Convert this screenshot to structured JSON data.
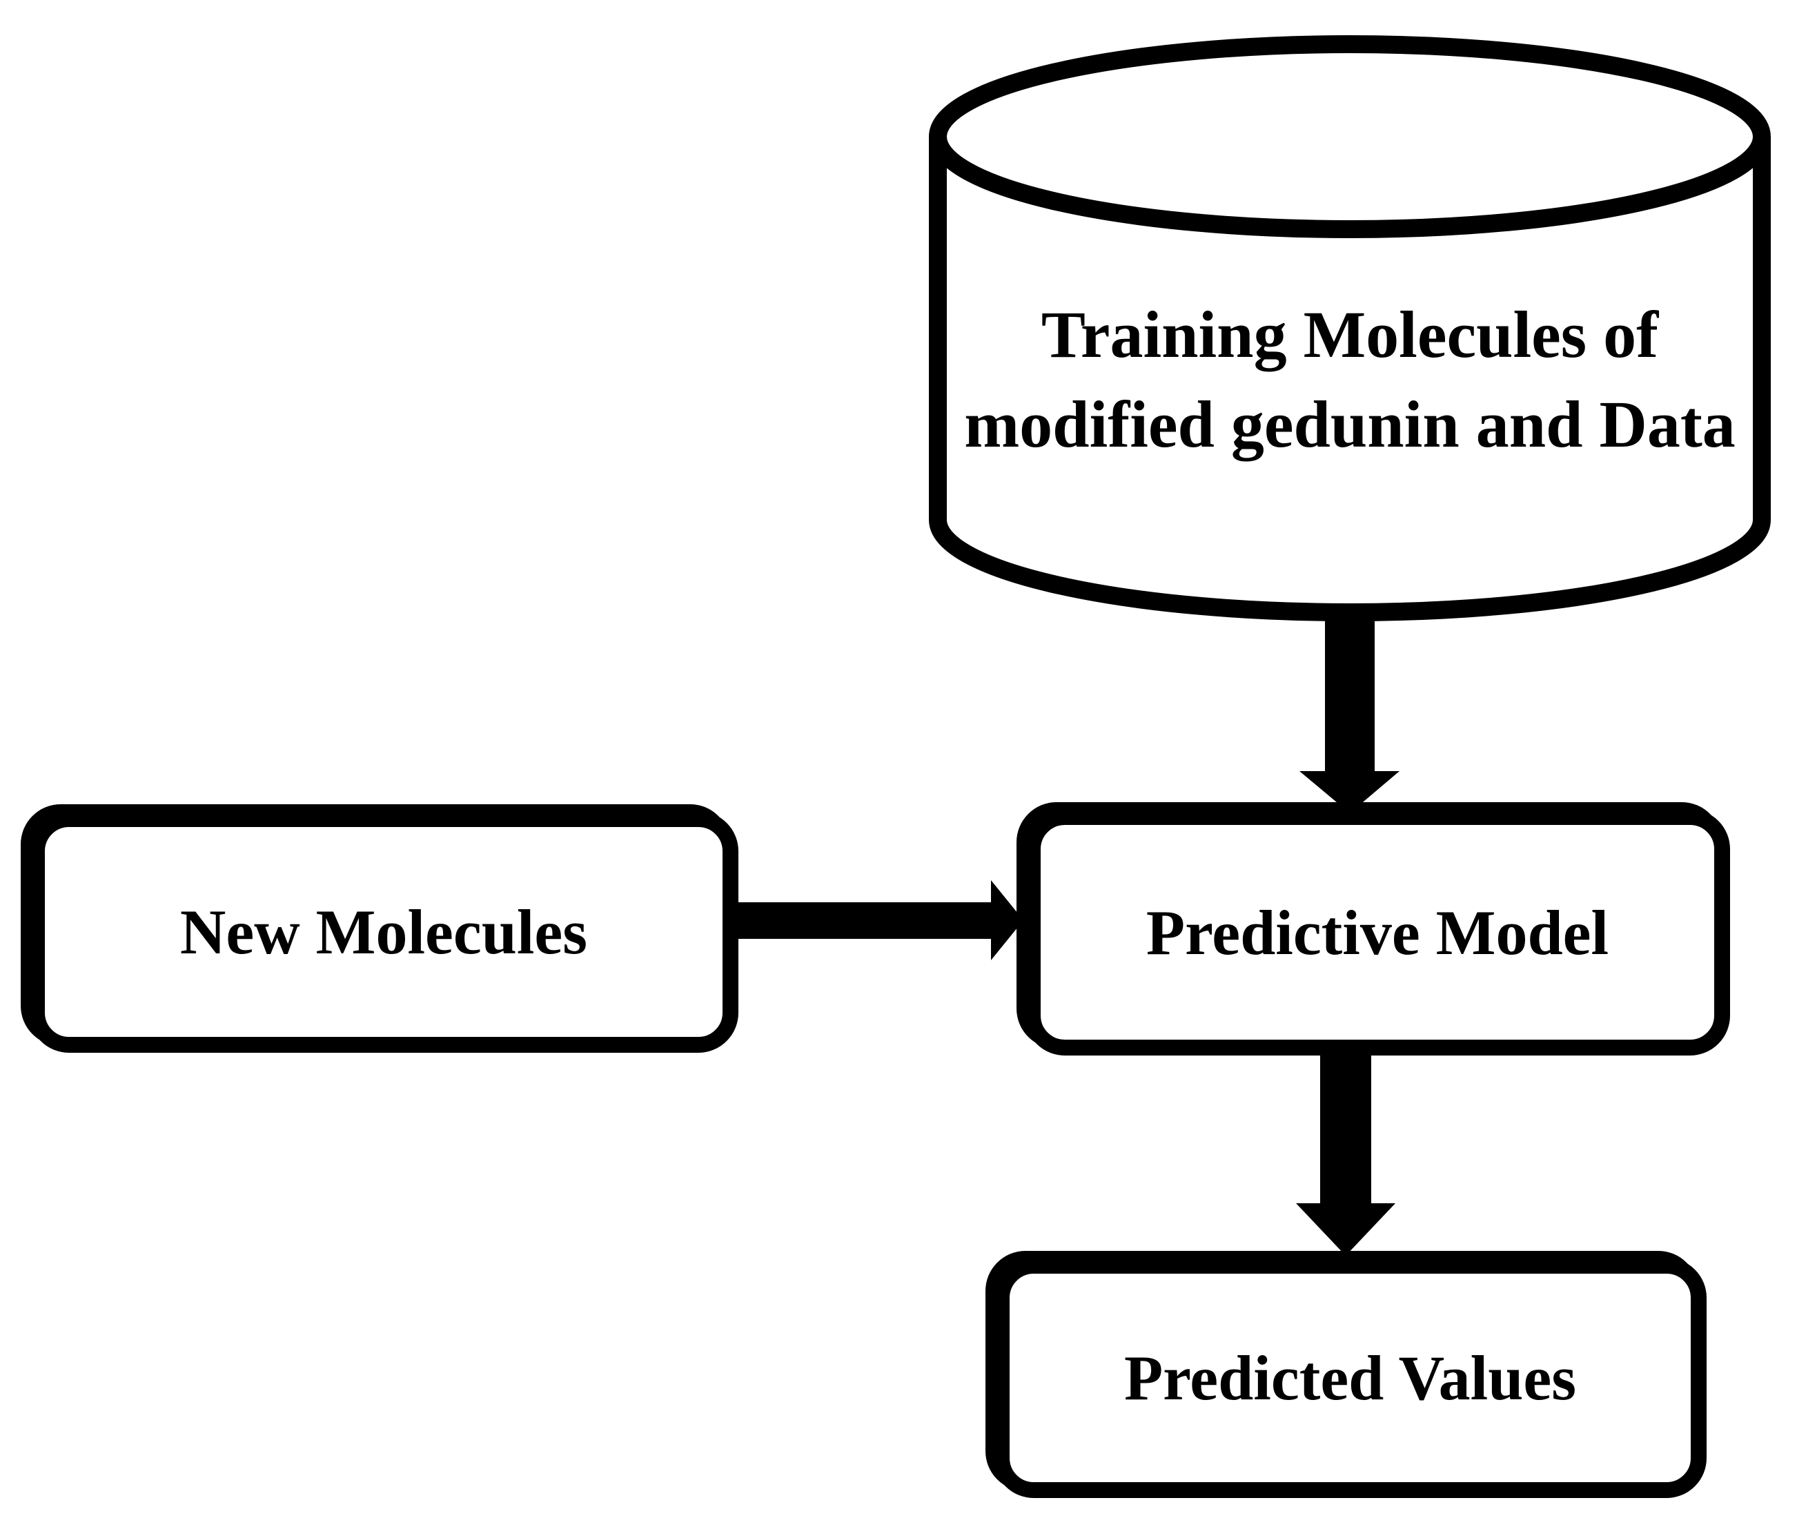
{
  "figure": {
    "type": "flowchart",
    "background_color": "#ffffff",
    "ink_color": "#000000",
    "nodes": {
      "training_db": {
        "shape": "database-cylinder",
        "label": "Training Molecules of modified gedunin and Data",
        "label_line1": "Training Molecules of",
        "label_line2": "modified gedunin and Data"
      },
      "new_molecules": {
        "shape": "rounded-rectangle",
        "label": "New Molecules"
      },
      "predictive_model": {
        "shape": "rounded-rectangle",
        "label": "Predictive Model"
      },
      "predicted_values": {
        "shape": "rounded-rectangle",
        "label": "Predicted Values"
      }
    },
    "edges": [
      {
        "from": "training_db",
        "to": "predictive_model",
        "style": "thick-block-arrow",
        "direction": "down"
      },
      {
        "from": "new_molecules",
        "to": "predictive_model",
        "style": "thick-block-arrow",
        "direction": "right"
      },
      {
        "from": "predictive_model",
        "to": "predicted_values",
        "style": "thick-block-arrow",
        "direction": "down"
      }
    ]
  }
}
